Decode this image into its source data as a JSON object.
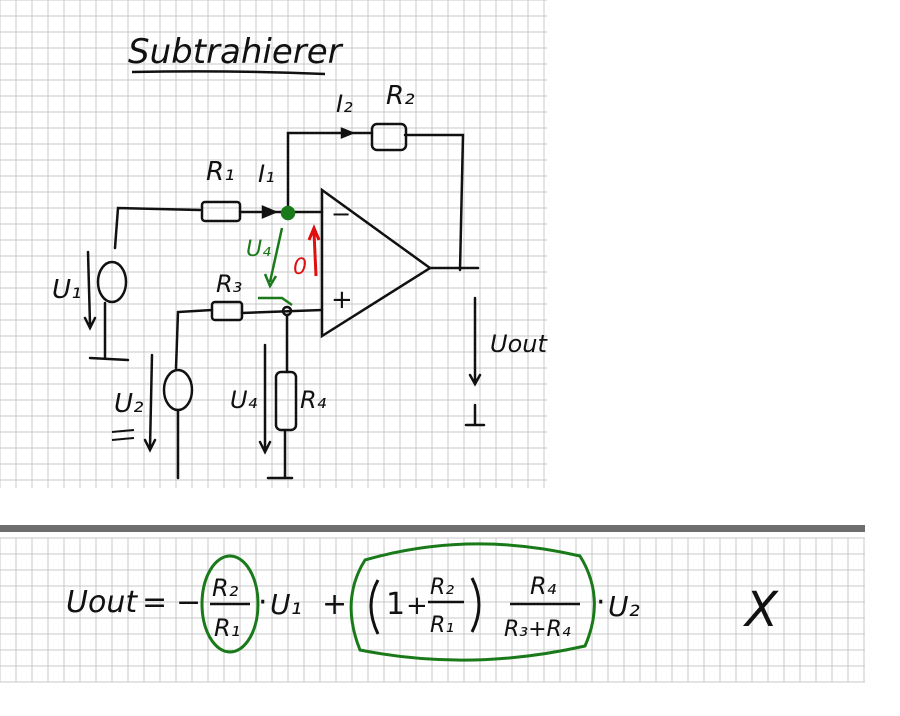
{
  "title": "Subtrahierer",
  "circuit": {
    "labels": {
      "i2": "I₂",
      "r2": "R₂",
      "r1": "R₁",
      "i1": "I₁",
      "u1": "U₁",
      "u2": "U₂",
      "u4_green": "U₄",
      "zero": "0",
      "r3": "R₃",
      "u4": "U₄",
      "r4": "R₄",
      "minus": "−",
      "plus": "+",
      "uout": "Uout"
    }
  },
  "formula": {
    "lhs": "Uout",
    "equals": "=",
    "minus": "−",
    "r2": "R₂",
    "r1": "R₁",
    "dot": "·",
    "u1": "U₁",
    "plus": "+",
    "one": "1",
    "inner_plus": "+",
    "r4": "R₄",
    "r3_plus_r4": "R₃+R₄",
    "u2": "U₂",
    "cross": "X"
  },
  "colors": {
    "ink": "#111111",
    "green": "#1a7a1a",
    "red": "#e01010",
    "grid": "#c9c9c9",
    "separator": "#6e6e6e"
  }
}
